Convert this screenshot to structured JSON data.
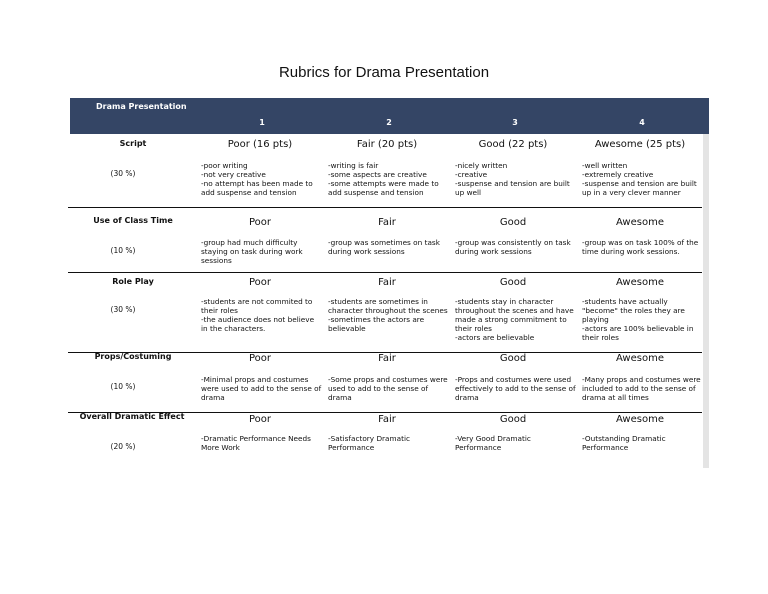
{
  "title": "Rubrics for Drama Presentation",
  "header": {
    "label": "Drama Presentation",
    "levels": [
      "1",
      "2",
      "3",
      "4"
    ]
  },
  "rows": [
    {
      "criterion": "Script",
      "weight": "(30 %)",
      "levels": [
        "Poor (16 pts)",
        "Fair (20 pts)",
        "Good (22 pts)",
        "Awesome (25 pts)"
      ],
      "descriptions": [
        "-poor writing\n-not very creative\n-no attempt has been made to add suspense and tension",
        "-writing is fair\n-some aspects are creative\n-some attempts were made to add suspense and tension",
        "-nicely written\n-creative\n-suspense and tension are built up well",
        "-well written\n-extremely creative\n-suspense and tension are built up in a very clever manner"
      ]
    },
    {
      "criterion": "Use of Class Time",
      "weight": "(10 %)",
      "levels": [
        "Poor",
        "Fair",
        "Good",
        "Awesome"
      ],
      "descriptions": [
        "-group had much difficulty staying on task during work sessions",
        "-group was sometimes on task during work sessions",
        "-group was consistently on task during work sessions",
        "-group was on task 100% of the time during work sessions."
      ]
    },
    {
      "criterion": "Role Play",
      "weight": "(30 %)",
      "levels": [
        "Poor",
        "Fair",
        "Good",
        "Awesome"
      ],
      "descriptions": [
        "-students are not commited to their roles\n-the audience does not believe in the characters.",
        "-students are sometimes in character throughout the scenes\n-sometimes the actors are believable",
        "-students stay in character throughout the scenes and have made a strong commitment to their roles\n-actors are believable",
        "-students have actually \"become\" the roles they are playing\n-actors are 100% believable in their roles"
      ]
    },
    {
      "criterion": "Props/Costuming",
      "weight": "(10 %)",
      "levels": [
        "Poor",
        "Fair",
        "Good",
        "Awesome"
      ],
      "descriptions": [
        "-Minimal props and costumes were used to add to the sense of drama",
        "-Some props and costumes were used to add to the sense of drama",
        "-Props and costumes were used effectively to add to the sense of drama",
        "-Many props and costumes were included to add to the sense of drama at all times"
      ]
    },
    {
      "criterion": "Overall Dramatic Effect",
      "weight": "(20 %)",
      "levels": [
        "Poor",
        "Fair",
        "Good",
        "Awesome"
      ],
      "descriptions": [
        "-Dramatic Performance Needs More Work",
        "-Satisfactory Dramatic Performance",
        "-Very Good Dramatic Performance",
        "-Outstanding Dramatic Performance"
      ]
    }
  ]
}
